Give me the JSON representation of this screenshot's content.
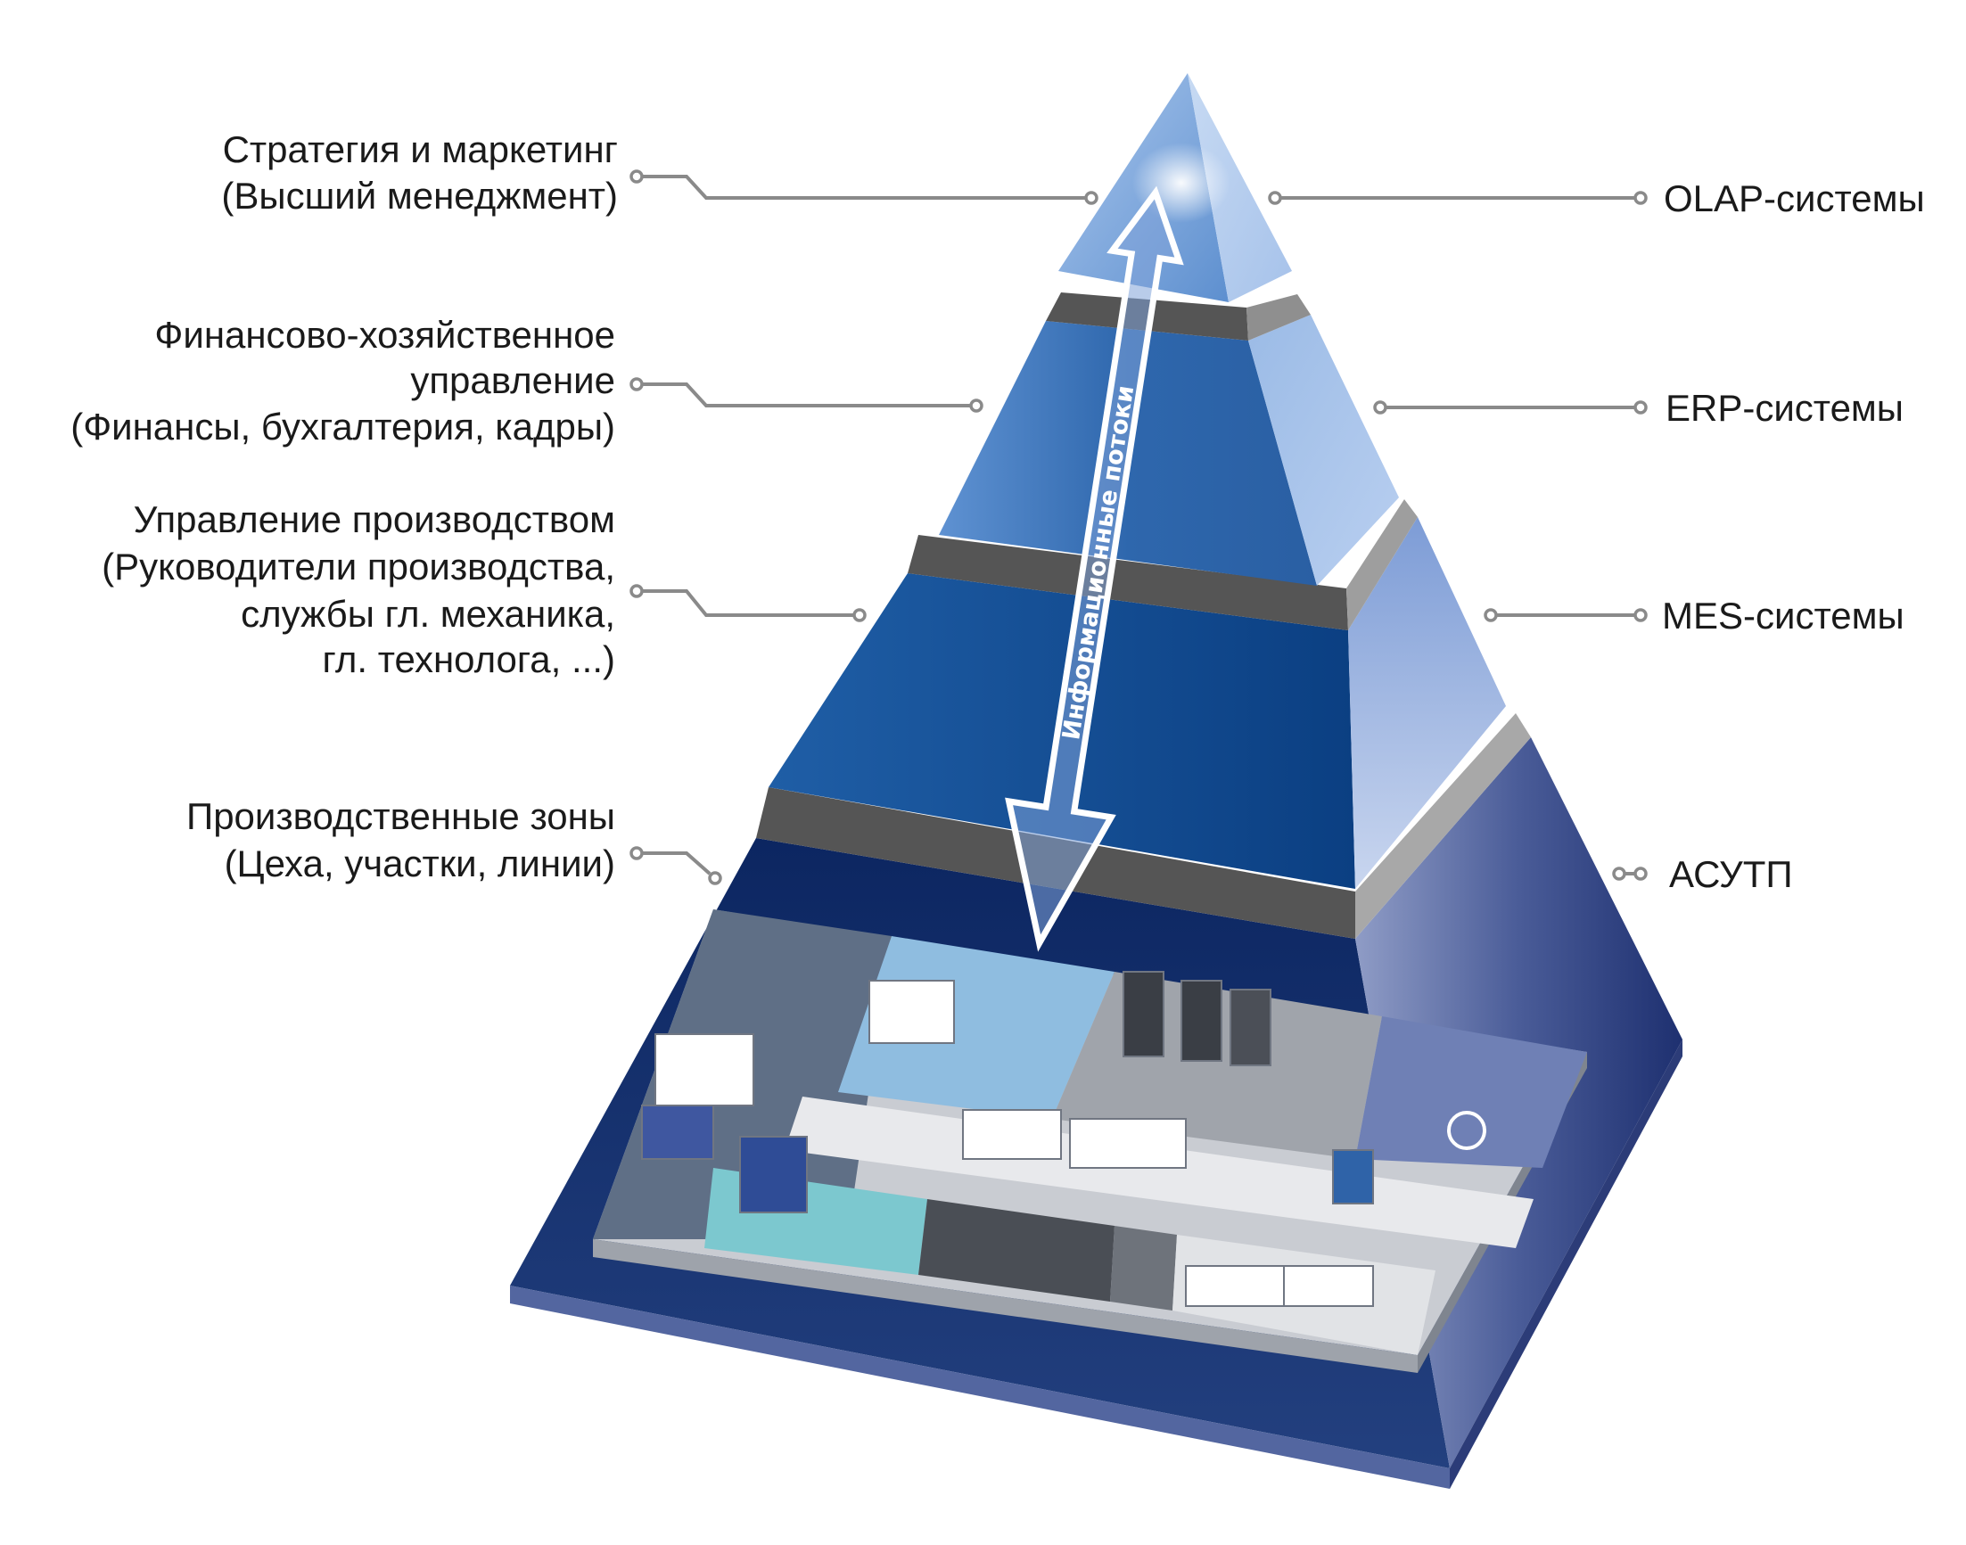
{
  "title": "Пирамида уровней управления предприятием",
  "left_labels": [
    {
      "lines": [
        "Стратегия и маркетинг",
        "(Высший менеджмент)"
      ]
    },
    {
      "lines": [
        "Финансово-хозяйственное",
        "управление",
        "(Финансы, бухгалтерия, кадры)"
      ]
    },
    {
      "lines": [
        "Управление производством",
        "(Руководители производства,",
        "службы гл. механика,",
        "гл. технолога, ...)"
      ]
    },
    {
      "lines": [
        "Производственные зоны",
        "(Цеха, участки, линии)"
      ]
    }
  ],
  "right_labels": [
    "OLAP-системы",
    "ERP-системы",
    "MES-системы",
    "АСУТП"
  ],
  "arrow_label": "Информационные потоки",
  "colors": {
    "tier_top": "#7fa7d9",
    "tier_erp": "#2f68ad",
    "tier_mes": "#0f4b8e",
    "tier_base": "#0d2a66",
    "separator": "#555555",
    "connector": "#8a8a8a"
  }
}
